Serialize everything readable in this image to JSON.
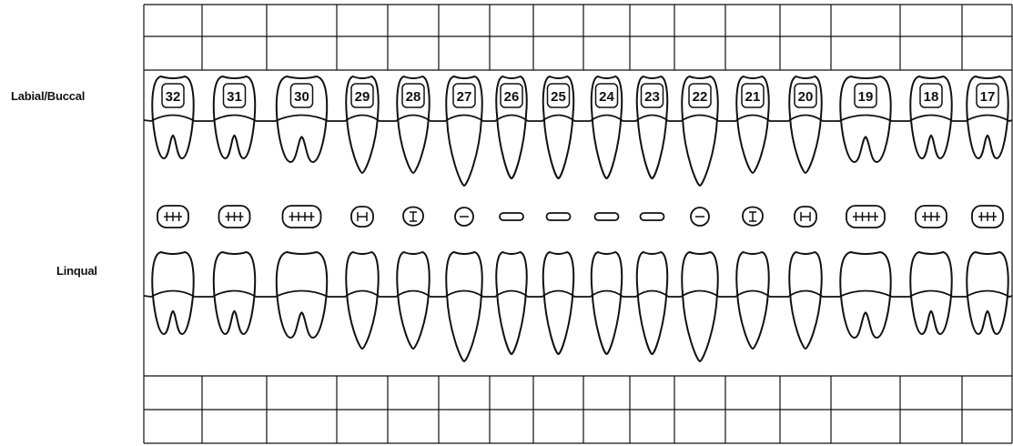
{
  "labels": {
    "labial_buccal": "Labial/Buccal",
    "lingual": "Linqual"
  },
  "teeth": [
    {
      "number": "32",
      "type": "molar",
      "occlusal": "molar"
    },
    {
      "number": "31",
      "type": "molar",
      "occlusal": "molar"
    },
    {
      "number": "30",
      "type": "molar-large",
      "occlusal": "molar-large"
    },
    {
      "number": "29",
      "type": "premolar",
      "occlusal": "premolar"
    },
    {
      "number": "28",
      "type": "premolar",
      "occlusal": "premolar-round"
    },
    {
      "number": "27",
      "type": "canine",
      "occlusal": "canine"
    },
    {
      "number": "26",
      "type": "incisor",
      "occlusal": "incisor"
    },
    {
      "number": "25",
      "type": "incisor",
      "occlusal": "incisor"
    },
    {
      "number": "24",
      "type": "incisor",
      "occlusal": "incisor"
    },
    {
      "number": "23",
      "type": "incisor",
      "occlusal": "incisor"
    },
    {
      "number": "22",
      "type": "canine",
      "occlusal": "canine"
    },
    {
      "number": "21",
      "type": "premolar",
      "occlusal": "premolar-round"
    },
    {
      "number": "20",
      "type": "premolar",
      "occlusal": "premolar"
    },
    {
      "number": "19",
      "type": "molar-large",
      "occlusal": "molar-large"
    },
    {
      "number": "18",
      "type": "molar",
      "occlusal": "molar"
    },
    {
      "number": "17",
      "type": "molar",
      "occlusal": "molar"
    }
  ],
  "colors": {
    "line": "#111111",
    "background": "#ffffff"
  }
}
